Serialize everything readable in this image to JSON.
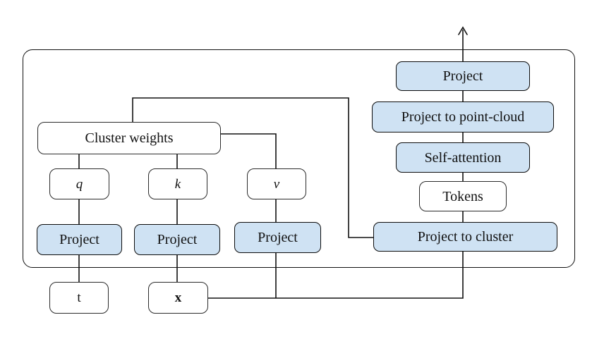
{
  "colors": {
    "node_fill_blue": "#cfe2f3",
    "node_fill_white": "#ffffff",
    "stroke": "#111111"
  },
  "nodes": {
    "cluster_weights": {
      "label": "Cluster weights"
    },
    "q": {
      "label": "q"
    },
    "k": {
      "label": "k"
    },
    "v": {
      "label": "v"
    },
    "project_q": {
      "label": "Project"
    },
    "project_k": {
      "label": "Project"
    },
    "project_v": {
      "label": "Project"
    },
    "t": {
      "label": "t"
    },
    "x": {
      "label": "x"
    },
    "project_out": {
      "label": "Project"
    },
    "project_to_point_cloud": {
      "label": "Project to point-cloud"
    },
    "self_attention": {
      "label": "Self-attention"
    },
    "tokens": {
      "label": "Tokens"
    },
    "project_to_cluster": {
      "label": "Project to cluster"
    }
  },
  "icons": {
    "output_arrow": "up-arrow"
  }
}
